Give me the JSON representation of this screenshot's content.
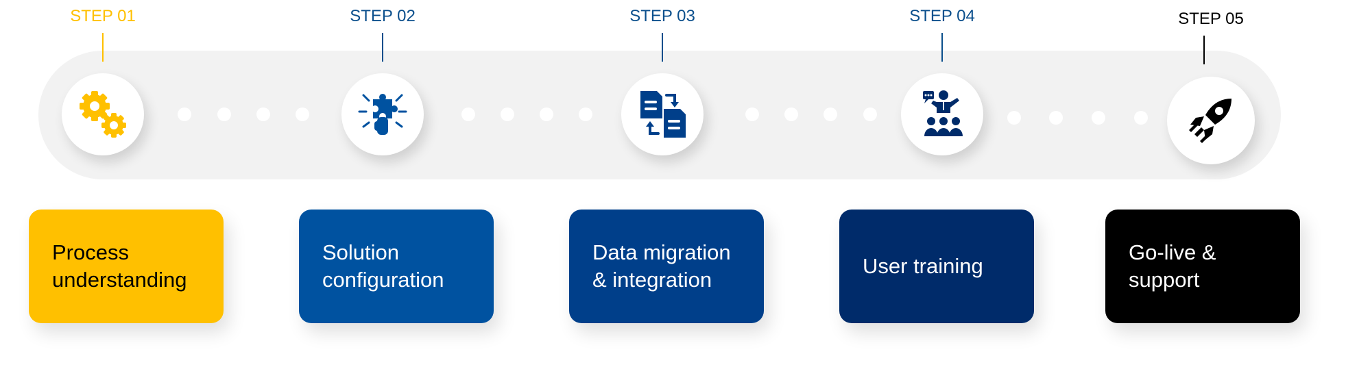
{
  "steps": [
    {
      "label": "STEP 01",
      "label_color": "#ffc000",
      "icon": "gears-icon",
      "title": "Process\nunderstanding",
      "card_color": "#ffc000",
      "text_color": "#000000"
    },
    {
      "label": "STEP 02",
      "label_color": "#0b4f8c",
      "icon": "puzzle-hand-icon",
      "title": "Solution\nconfiguration",
      "card_color": "#0052a0",
      "text_color": "#ffffff"
    },
    {
      "label": "STEP 03",
      "label_color": "#0b4f8c",
      "icon": "document-sync-icon",
      "title": "Data migration\n& integration",
      "card_color": "#003f8a",
      "text_color": "#ffffff"
    },
    {
      "label": "STEP 04",
      "label_color": "#0b4f8c",
      "icon": "trainer-audience-icon",
      "title": "User training",
      "card_color": "#002b6a",
      "text_color": "#ffffff"
    },
    {
      "label": "STEP 05",
      "label_color": "#000000",
      "icon": "rocket-icon",
      "title": "Go-live &\nsupport",
      "card_color": "#000000",
      "text_color": "#ffffff"
    }
  ]
}
